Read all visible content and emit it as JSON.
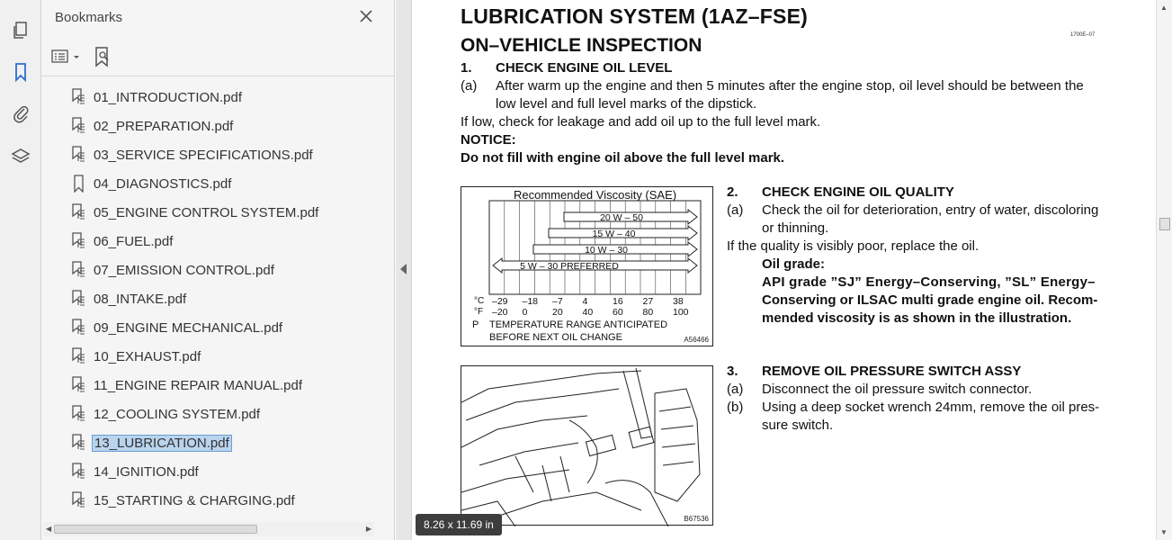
{
  "rail": {
    "icons": [
      "pages-icon",
      "bookmark-icon",
      "attachment-icon",
      "layers-icon"
    ],
    "active_color": "#2a6fcf"
  },
  "bookmarks_panel": {
    "title": "Bookmarks",
    "items": [
      {
        "label": "01_INTRODUCTION.pdf",
        "icon": "bookmark-tree-icon"
      },
      {
        "label": "02_PREPARATION.pdf",
        "icon": "bookmark-tree-icon"
      },
      {
        "label": "03_SERVICE SPECIFICATIONS.pdf",
        "icon": "bookmark-tree-icon"
      },
      {
        "label": "04_DIAGNOSTICS.pdf",
        "icon": "bookmark-icon"
      },
      {
        "label": "05_ENGINE CONTROL SYSTEM.pdf",
        "icon": "bookmark-tree-icon"
      },
      {
        "label": "06_FUEL.pdf",
        "icon": "bookmark-tree-icon"
      },
      {
        "label": "07_EMISSION CONTROL.pdf",
        "icon": "bookmark-tree-icon"
      },
      {
        "label": "08_INTAKE.pdf",
        "icon": "bookmark-tree-icon"
      },
      {
        "label": "09_ENGINE MECHANICAL.pdf",
        "icon": "bookmark-tree-icon"
      },
      {
        "label": "10_EXHAUST.pdf",
        "icon": "bookmark-tree-icon"
      },
      {
        "label": "11_ENGINE REPAIR MANUAL.pdf",
        "icon": "bookmark-tree-icon"
      },
      {
        "label": "12_COOLING SYSTEM.pdf",
        "icon": "bookmark-tree-icon"
      },
      {
        "label": "13_LUBRICATION.pdf",
        "icon": "bookmark-tree-icon",
        "selected": true
      },
      {
        "label": "14_IGNITION.pdf",
        "icon": "bookmark-tree-icon"
      },
      {
        "label": "15_STARTING & CHARGING.pdf",
        "icon": "bookmark-tree-icon"
      }
    ],
    "selected_bg": "#b9d4ee"
  },
  "document": {
    "title": "LUBRICATION SYSTEM (1AZ–FSE)",
    "code": "1700E–07",
    "section": "ON–VEHICLE INSPECTION",
    "step1": {
      "num": "1.",
      "title": "CHECK ENGINE OIL LEVEL"
    },
    "step1a": {
      "mark": "(a)",
      "line1": "After warm up the engine and then 5 minutes after the engine stop, oil level should be between the",
      "line2": "low level and full level marks of the dipstick."
    },
    "step1_low": "If low, check for leakage and add oil up to the full level mark.",
    "notice_label": "NOTICE:",
    "notice_text": "Do not fill with engine oil above the full level mark.",
    "step2": {
      "num": "2.",
      "title": "CHECK ENGINE OIL QUALITY"
    },
    "step2a": {
      "mark": "(a)",
      "line1": "Check the oil for deterioration, entry of water, discoloring",
      "line2": "or thinning."
    },
    "step2_poor": "If the quality is visibly poor, replace the oil.",
    "oil_grade_label": "Oil grade:",
    "oil_grade_lines": [
      "API grade ”SJ” Energy–Conserving, ”SL” Energy–",
      "Conserving or ILSAC multi grade engine oil. Recom-",
      "mended viscosity is as shown in the illustration."
    ],
    "step3": {
      "num": "3.",
      "title": "REMOVE OIL PRESSURE SWITCH ASSY"
    },
    "step3a": {
      "mark": "(a)",
      "text": "Disconnect the oil pressure switch connector."
    },
    "step3b": {
      "mark": "(b)",
      "line1": "Using a deep socket wrench 24mm, remove the oil pres-",
      "line2": "sure switch."
    },
    "figure1": {
      "title": "Recommended Viscosity (SAE)",
      "bars": [
        "20 W – 50",
        "15 W – 40",
        "10 W – 30",
        "5 W – 30   PREFERRED"
      ],
      "c_label": "°C",
      "f_label": "°F",
      "c_ticks": [
        "–29",
        "–18",
        "–7",
        "4",
        "16",
        "27",
        "38"
      ],
      "f_ticks": [
        "–20",
        "0",
        "20",
        "40",
        "60",
        "80",
        "100"
      ],
      "note1": "TEMPERATURE RANGE ANTICIPATED",
      "note2": "BEFORE NEXT OIL CHANGE",
      "p_label": "P",
      "code": "A56466"
    },
    "figure2": {
      "code": "B67536"
    }
  },
  "page_size_badge": "8.26 x 11.69 in"
}
